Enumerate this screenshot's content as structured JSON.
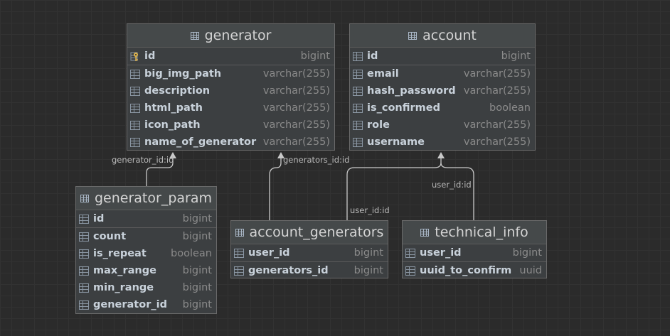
{
  "relations": {
    "generator_param_to_generator": "generator_id:id",
    "account_generators_to_generator": "generators_id:id",
    "account_generators_to_account": "user_id:id",
    "technical_info_to_account": "user_id:id"
  },
  "tables": {
    "generator": {
      "name": "generator",
      "columns": [
        {
          "name": "id",
          "type": "bigint"
        },
        {
          "name": "big_img_path",
          "type": "varchar(255)"
        },
        {
          "name": "description",
          "type": "varchar(255)"
        },
        {
          "name": "html_path",
          "type": "varchar(255)"
        },
        {
          "name": "icon_path",
          "type": "varchar(255)"
        },
        {
          "name": "name_of_generator",
          "type": "varchar(255)"
        }
      ]
    },
    "account": {
      "name": "account",
      "columns": [
        {
          "name": "id",
          "type": "bigint"
        },
        {
          "name": "email",
          "type": "varchar(255)"
        },
        {
          "name": "hash_password",
          "type": "varchar(255)"
        },
        {
          "name": "is_confirmed",
          "type": "boolean"
        },
        {
          "name": "role",
          "type": "varchar(255)"
        },
        {
          "name": "username",
          "type": "varchar(255)"
        }
      ]
    },
    "generator_param": {
      "name": "generator_param",
      "columns": [
        {
          "name": "id",
          "type": "bigint"
        },
        {
          "name": "count",
          "type": "bigint"
        },
        {
          "name": "is_repeat",
          "type": "boolean"
        },
        {
          "name": "max_range",
          "type": "bigint"
        },
        {
          "name": "min_range",
          "type": "bigint"
        },
        {
          "name": "generator_id",
          "type": "bigint"
        }
      ]
    },
    "account_generators": {
      "name": "account_generators",
      "columns": [
        {
          "name": "user_id",
          "type": "bigint"
        },
        {
          "name": "generators_id",
          "type": "bigint"
        }
      ]
    },
    "technical_info": {
      "name": "technical_info",
      "columns": [
        {
          "name": "user_id",
          "type": "bigint"
        },
        {
          "name": "uuid_to_confirm",
          "type": "uuid"
        }
      ]
    }
  }
}
